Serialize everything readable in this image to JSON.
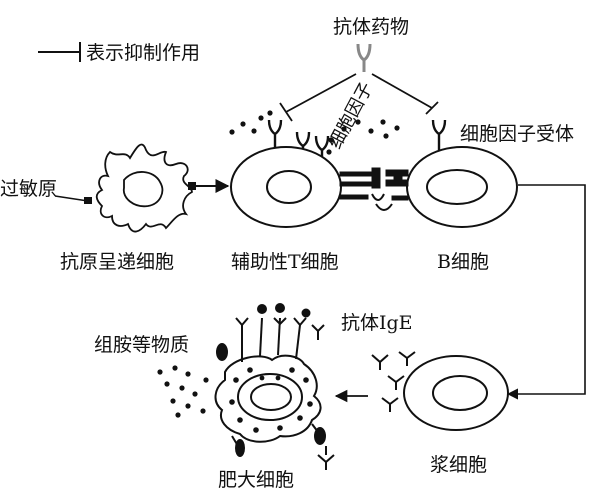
{
  "legend": {
    "text": "表示抑制作用"
  },
  "labels": {
    "antibody_drug": "抗体药物",
    "cytokine": "细胞因子",
    "cytokine_receptor": "细胞因子受体",
    "allergen": "过敏原",
    "apc": "抗原呈递细胞",
    "helper_t": "辅助性T细胞",
    "b_cell": "B细胞",
    "antibody_ige": "抗体IgE",
    "histamine": "组胺等物质",
    "mast_cell": "肥大细胞",
    "plasma_cell": "浆细胞"
  },
  "colors": {
    "line": "#111111",
    "background": "#ffffff"
  }
}
